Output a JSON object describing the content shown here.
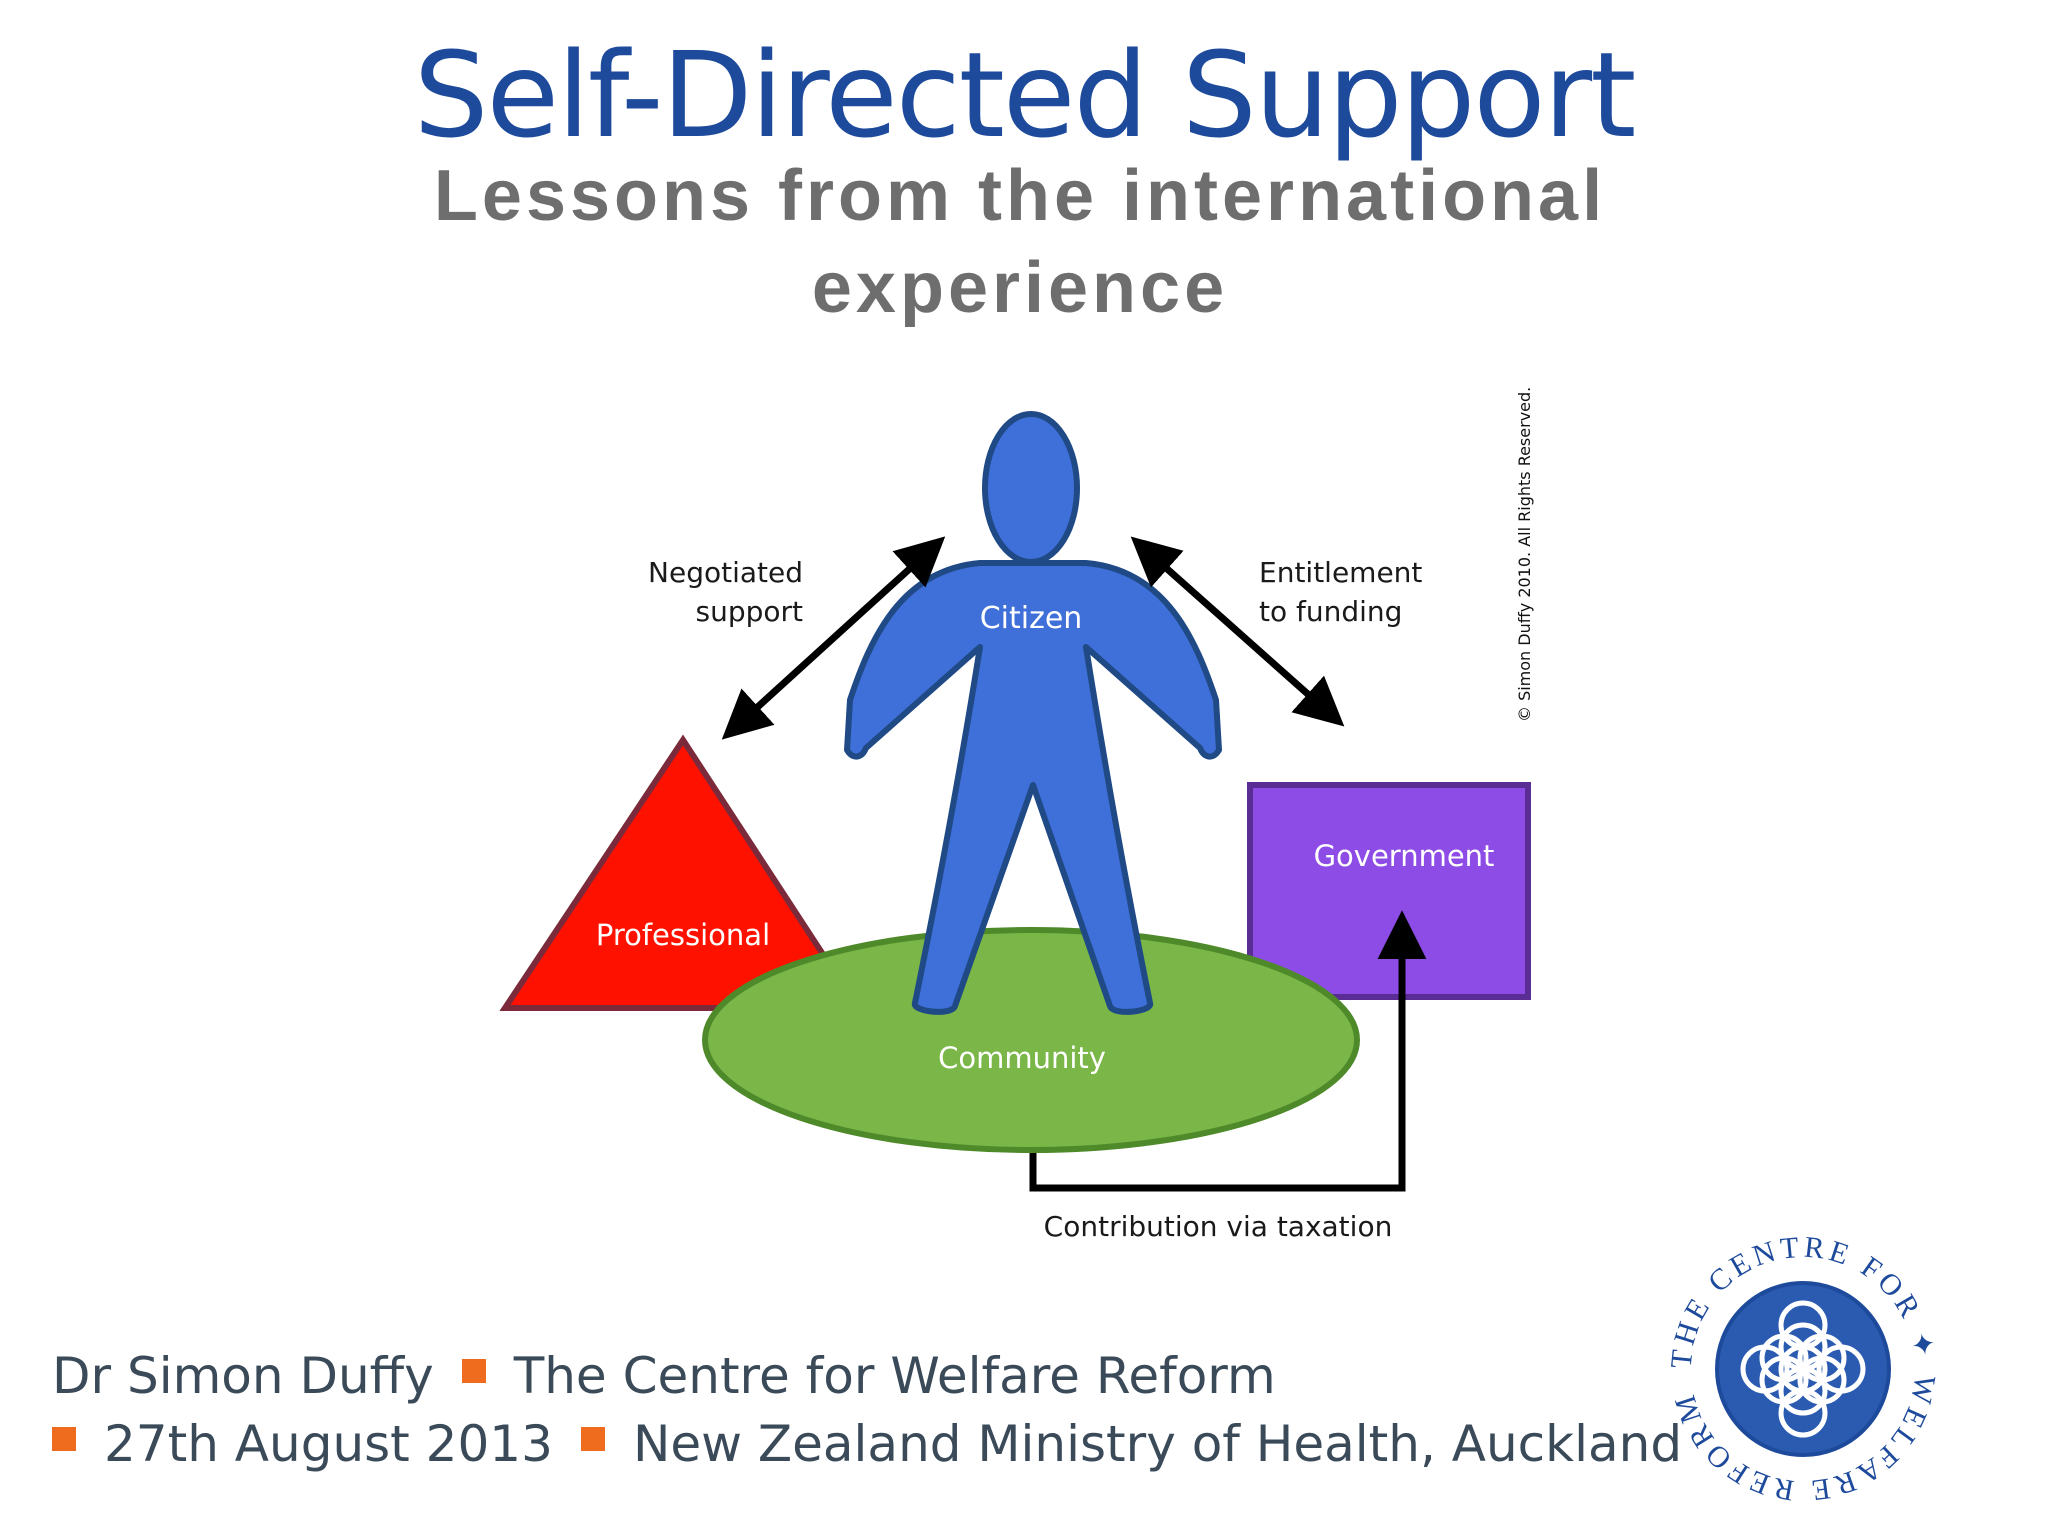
{
  "title": "Self-Directed Support",
  "subtitle": "Lessons from the international experience",
  "diagram": {
    "nodes": {
      "citizen": "Citizen",
      "professional": "Professional",
      "government": "Government",
      "community": "Community"
    },
    "arrows": {
      "negotiated_line1": "Negotiated",
      "negotiated_line2": "support",
      "entitlement_line1": "Entitlement",
      "entitlement_line2": "to funding",
      "contribution": "Contribution via taxation"
    },
    "copyright": "© Simon Duffy 2010. All Rights Reserved.",
    "colors": {
      "citizen": "#3f6fd8",
      "professional": "#ff1100",
      "government": "#8e4ce6",
      "community": "#7ab648"
    }
  },
  "footer": {
    "speaker": "Dr Simon Duffy",
    "organisation": "The Centre for Welfare Reform",
    "date": "27th August 2013",
    "venue": "New Zealand Ministry of Health, Auckland",
    "bullet_color": "#ef6c1f"
  },
  "logo": {
    "text": "THE CENTRE FOR WELFARE REFORM",
    "color": "#1e4a9c"
  }
}
